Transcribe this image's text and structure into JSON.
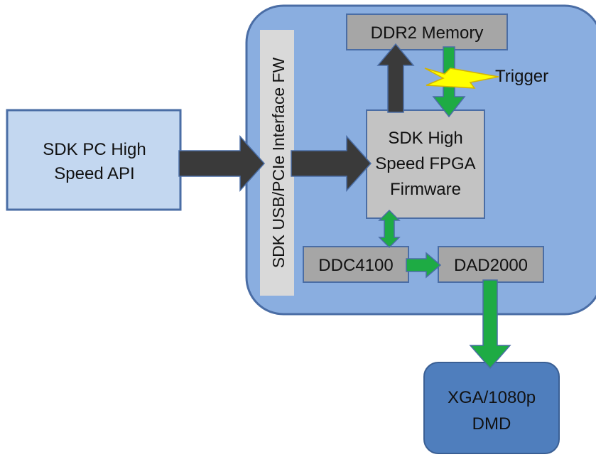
{
  "colors": {
    "board_fill": "#8aaee0",
    "board_stroke": "#4a6da5",
    "api_fill": "#c3d7f0",
    "api_stroke": "#4a6da5",
    "chip_fill": "#a6a6a6",
    "fpga_fill": "#c3c3c3",
    "interface_fill": "#d9d9d9",
    "dmd_fill": "#4f7ebd",
    "dark_arrow": "#3a3a3a",
    "green_arrow": "#1eab44",
    "trigger_bolt": "#ffff00"
  },
  "blocks": {
    "api": {
      "line1": "SDK PC High",
      "line2": "Speed API"
    },
    "interface_fw": "SDK USB/PCIe Interface FW",
    "ddr2": "DDR2 Memory",
    "trigger": "Trigger",
    "fpga": {
      "line1": "SDK High",
      "line2": "Speed FPGA",
      "line3": "Firmware"
    },
    "ddc4100": "DDC4100",
    "dad2000": "DAD2000",
    "dmd": {
      "line1": "XGA/1080p",
      "line2": "DMD"
    }
  },
  "icons": {
    "trigger": "lightning-bolt-icon"
  }
}
